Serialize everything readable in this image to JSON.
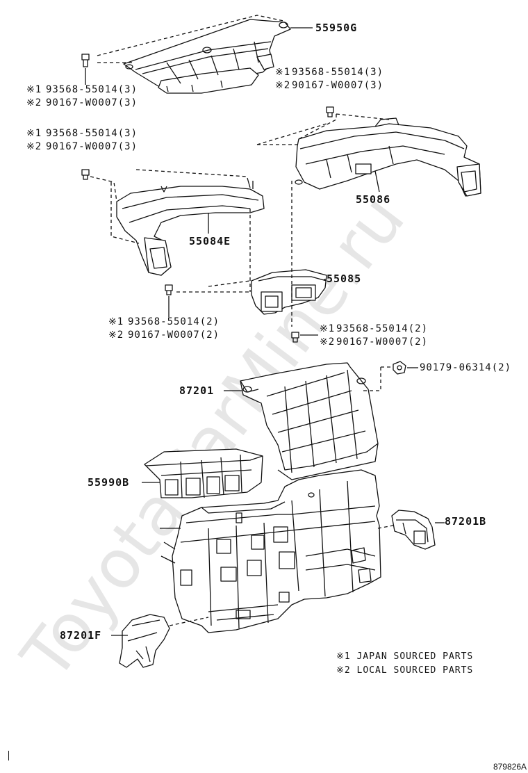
{
  "watermark": "ToyotaCarMine.ru",
  "drawing_code": "879826A",
  "parts": {
    "p55950g": "55950G",
    "p55086": "55086",
    "p55084e": "55084E",
    "p55085": "55085",
    "p87201": "87201",
    "p55990b": "55990B",
    "p87201b": "87201B",
    "p87201f": "87201F",
    "p90179": "90179-06314(2)"
  },
  "fasteners": {
    "g1_j": "93568-55014(3)",
    "g1_l": "90167-W0007(3)",
    "g2_j": "93568-55014(3)",
    "g2_l": "90167-W0007(3)",
    "g3_j": "93568-55014(3)",
    "g3_l": "90167-W0007(3)",
    "g4_j": "93568-55014(2)",
    "g4_l": "90167-W0007(2)",
    "g5_j": "93568-55014(2)",
    "g5_l": "90167-W0007(2)"
  },
  "marks": {
    "m1": "※1",
    "m2": "※2"
  },
  "legend": {
    "j": "※1 JAPAN SOURCED PARTS",
    "l": "※2 LOCAL SOURCED PARTS"
  }
}
